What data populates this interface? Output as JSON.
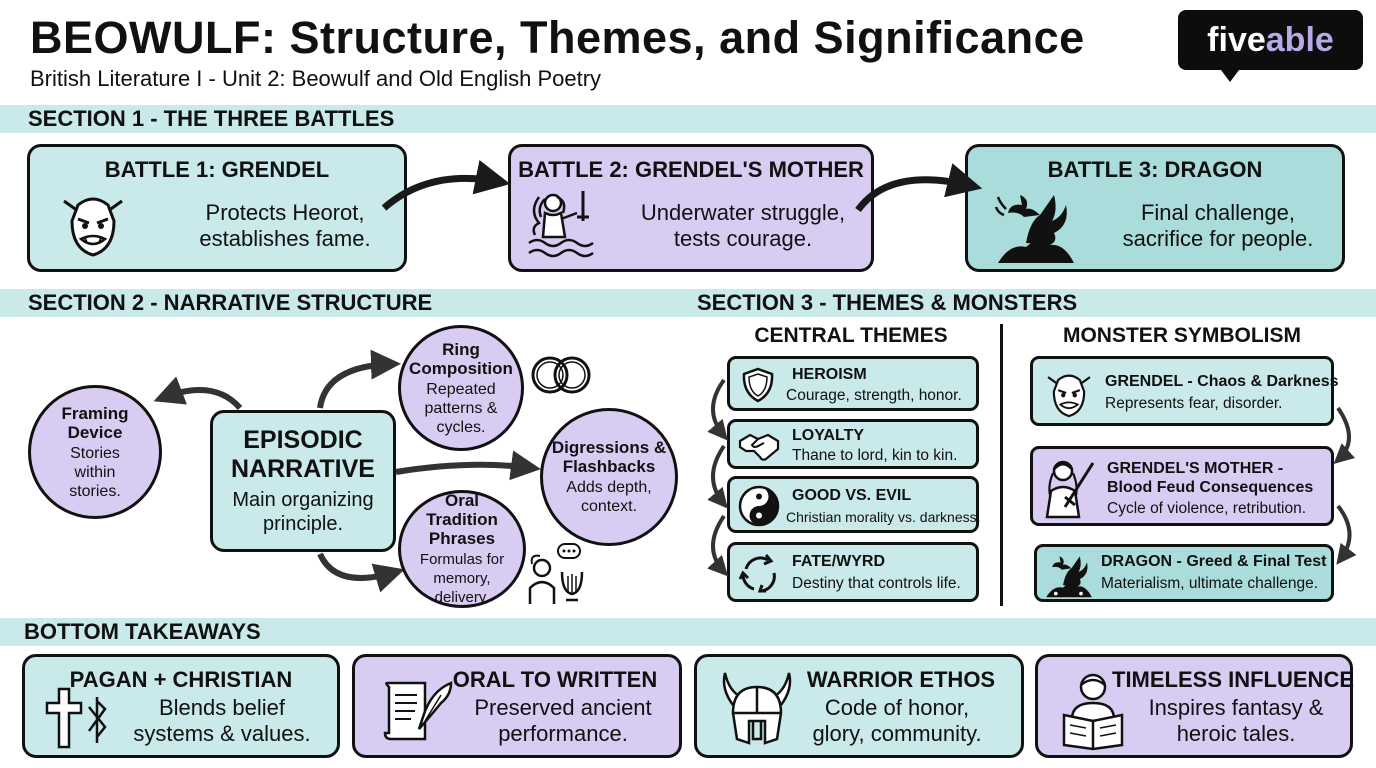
{
  "header": {
    "title": "BEOWULF: Structure, Themes, and Significance",
    "subtitle": "British Literature I - Unit 2: Beowulf and Old English Poetry",
    "logo_main": "five",
    "logo_accent": "able"
  },
  "section1": {
    "label": "SECTION 1 - THE THREE BATTLES",
    "battles": [
      {
        "title": "BATTLE 1: GRENDEL",
        "text": "Protects Heorot, establishes fame.",
        "icon": "ogre-face-icon"
      },
      {
        "title": "BATTLE 2: GRENDEL'S MOTHER",
        "text": "Underwater struggle, tests courage.",
        "icon": "water-woman-sword-icon"
      },
      {
        "title": "BATTLE 3: DRAGON",
        "text": "Final challenge, sacrifice for people.",
        "icon": "dragon-icon"
      }
    ]
  },
  "section2": {
    "label": "SECTION 2 - NARRATIVE STRUCTURE",
    "center": {
      "title": "EPISODIC NARRATIVE",
      "text": "Main organizing principle."
    },
    "framing": {
      "title": "Framing Device",
      "text": "Stories within stories."
    },
    "ring": {
      "title": "Ring Composition",
      "text": "Repeated patterns & cycles."
    },
    "digressions": {
      "title": "Digressions & Flashbacks",
      "text": "Adds depth, context."
    },
    "oral": {
      "title": "Oral Tradition Phrases",
      "text": "Formulas for memory, delivery."
    }
  },
  "section3": {
    "label": "SECTION 3 - THEMES & MONSTERS",
    "themes_heading": "CENTRAL THEMES",
    "themes": [
      {
        "title": "HEROISM",
        "text": "Courage, strength, honor.",
        "icon": "shield-icon"
      },
      {
        "title": "LOYALTY",
        "text": "Thane to lord, kin to kin.",
        "icon": "handshake-icon"
      },
      {
        "title": "GOOD VS. EVIL",
        "text": "Christian morality vs. darkness.",
        "icon": "yin-yang-icon"
      },
      {
        "title": "FATE/WYRD",
        "text": "Destiny that controls life.",
        "icon": "cycle-arrows-icon"
      }
    ],
    "monsters_heading": "MONSTER SYMBOLISM",
    "monsters": [
      {
        "title": "GRENDEL - Chaos & Darkness",
        "text": "Represents fear, disorder.",
        "icon": "ogre-face-icon"
      },
      {
        "title": "GRENDEL'S MOTHER - Blood Feud Consequences",
        "text": "Cycle of violence, retribution.",
        "icon": "warrior-woman-icon"
      },
      {
        "title": "DRAGON - Greed & Final Test",
        "text": "Materialism, ultimate challenge.",
        "icon": "dragon-hoard-icon"
      }
    ]
  },
  "bottom": {
    "label": "BOTTOM TAKEAWAYS",
    "cards": [
      {
        "title": "PAGAN + CHRISTIAN",
        "text": "Blends belief systems & values.",
        "icon": "cross-rune-icon"
      },
      {
        "title": "ORAL TO WRITTEN",
        "text": "Preserved ancient performance.",
        "icon": "scroll-quill-icon"
      },
      {
        "title": "WARRIOR ETHOS",
        "text": "Code of honor, glory, community.",
        "icon": "viking-helmet-icon"
      },
      {
        "title": "TIMELESS INFLUENCE",
        "text": "Inspires fantasy & heroic tales.",
        "icon": "reader-book-icon"
      }
    ]
  },
  "colors": {
    "teal": "#c9e9ea",
    "teal_dark": "#a9dcda",
    "lavender": "#d9ccf3",
    "ink": "#111111"
  }
}
